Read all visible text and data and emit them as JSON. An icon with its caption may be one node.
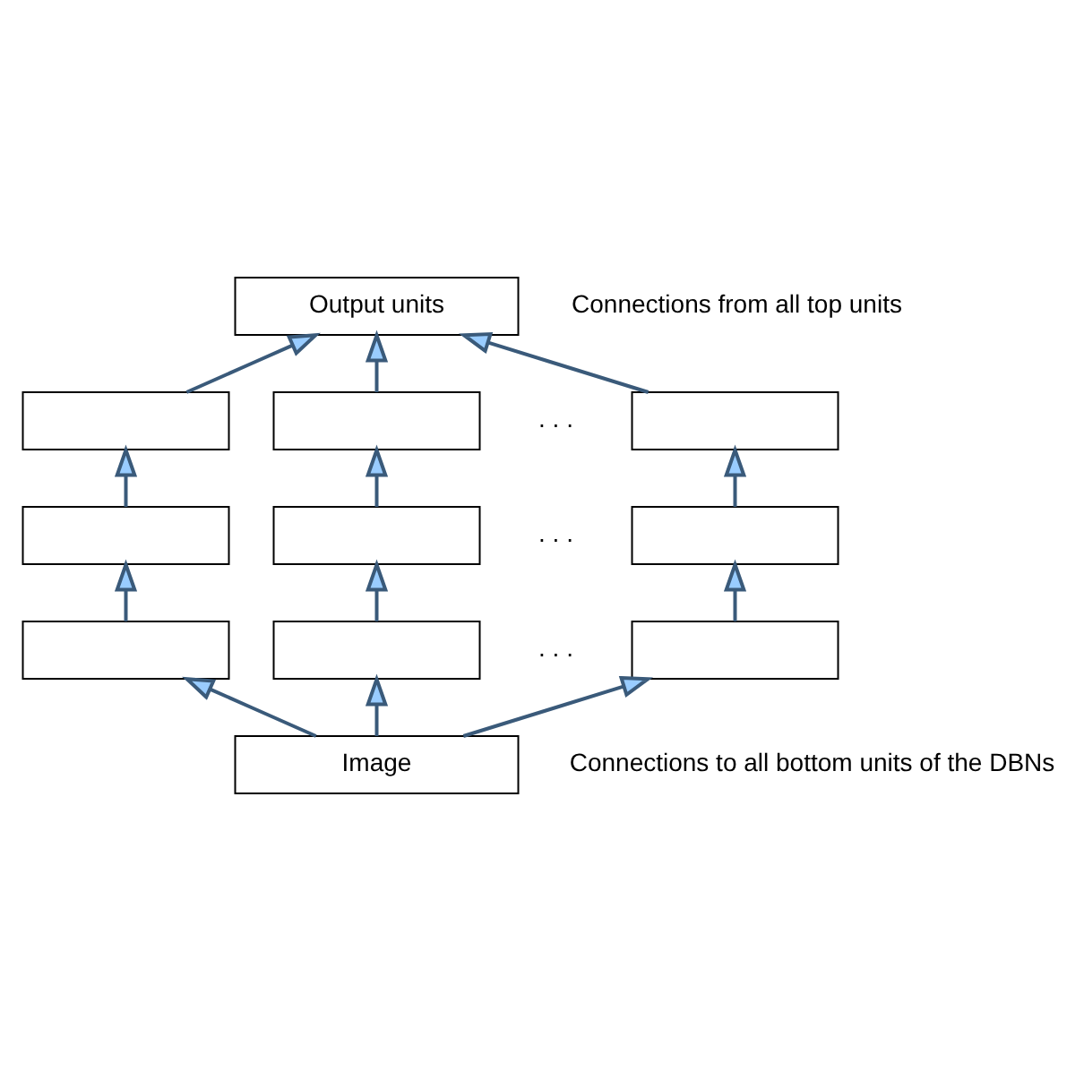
{
  "diagram": {
    "nodes": [
      {
        "text": [
          "Output units"
        ]
      },
      {
        "text": [],
        "shape": "box"
      },
      {
        "text": [],
        "shape": "box"
      },
      {
        "text": [],
        "shape": "box"
      },
      {
        "text": [],
        "shape": "box"
      },
      {
        "text": [],
        "shape": "box"
      },
      {
        "text": [],
        "shape": "box"
      },
      {
        "text": [],
        "shape": "box"
      },
      {
        "text": [],
        "shape": "box"
      },
      {
        "text": [],
        "shape": "box"
      },
      {
        "text": [
          "Image"
        ]
      }
    ],
    "edges": [
      {
        "from": 1,
        "to": 0,
        "arrow": "to"
      },
      {
        "from": 2,
        "to": 0,
        "arrow": "to"
      },
      {
        "from": 3,
        "to": 0,
        "arrow": "to"
      },
      {
        "from": 4,
        "to": 1,
        "arrow": "to"
      },
      {
        "from": 5,
        "to": 2,
        "arrow": "to"
      },
      {
        "from": 6,
        "to": 3,
        "arrow": "to"
      },
      {
        "from": 7,
        "to": 4,
        "arrow": "to"
      },
      {
        "from": 8,
        "to": 5,
        "arrow": "to"
      },
      {
        "from": 9,
        "to": 6,
        "arrow": "to"
      },
      {
        "from": 10,
        "to": 7,
        "arrow": "to"
      },
      {
        "from": 10,
        "to": 8,
        "arrow": "to"
      },
      {
        "from": 10,
        "to": 9,
        "arrow": "to"
      }
    ],
    "labels": [
      "Connections from all top units",
      ". . .",
      ". . .",
      ". . .",
      "Connections to all bottom units of the DBNs"
    ]
  }
}
